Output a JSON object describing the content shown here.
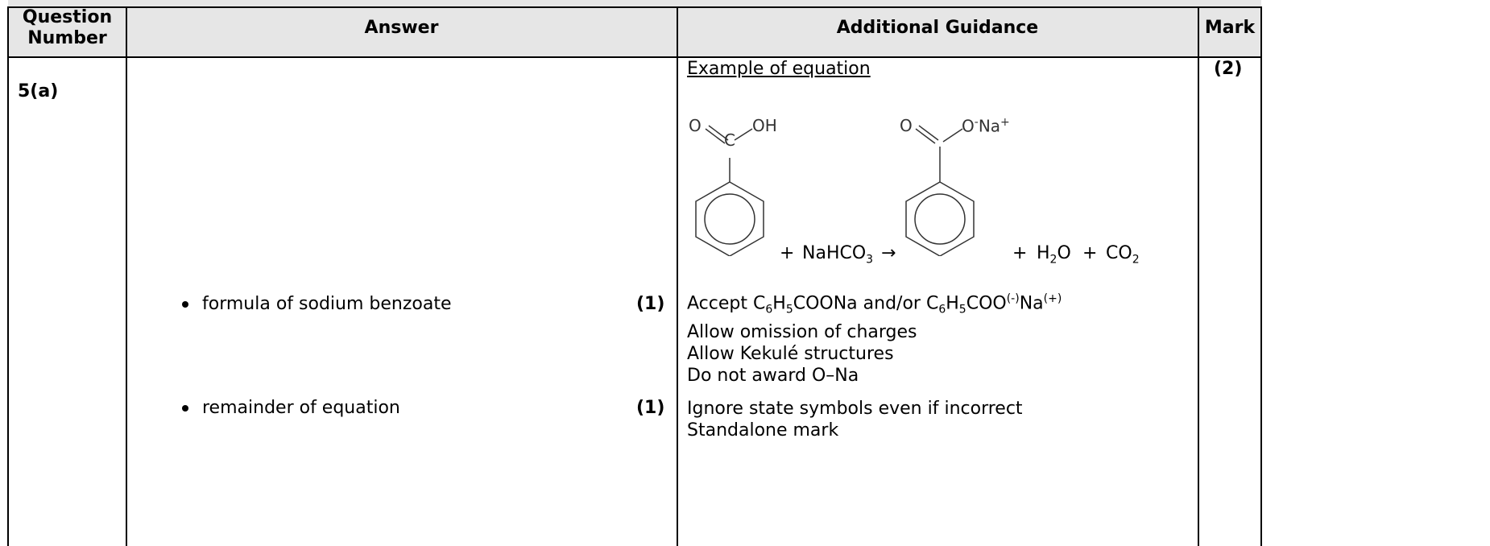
{
  "headers": {
    "question_number": [
      "Question",
      "Number"
    ],
    "answer": "Answer",
    "guidance": "Additional Guidance",
    "mark": "Mark"
  },
  "question": "5(a)",
  "answers": [
    {
      "text": "formula of sodium benzoate",
      "mark": "(1)"
    },
    {
      "text": "remainder of equation",
      "mark": "(1)"
    }
  ],
  "total_mark": "(2)",
  "example_heading": "Example of equation",
  "equation": {
    "acid_O": "O",
    "acid_OH": "OH",
    "acid_C": "C",
    "salt_O": "O",
    "salt_ONa": "O",
    "salt_minus": "-",
    "salt_Na": "Na",
    "salt_plus": "+",
    "plus1": "+",
    "nahco3_main": "NaHCO",
    "nahco3_sub": "3",
    "arrow": "→",
    "plus2": "+",
    "h2o_h": "H",
    "h2o_sub": "2",
    "h2o_o": "O",
    "plus3": "+",
    "co2_main": "CO",
    "co2_sub": "2"
  },
  "guidance_block1": {
    "accept_prefix": "Accept C",
    "s1": "6",
    "t1": "H",
    "s2": "5",
    "t2": "COONa  and/or C",
    "s3": "6",
    "t3": "H",
    "s4": "5",
    "t4": "COO",
    "sup1": "(-)",
    "t5": "Na",
    "sup2": "(+)",
    "line2": "Allow omission of charges",
    "line3": "Allow Kekulé structures",
    "line4": "Do not award O–Na"
  },
  "guidance_block2": {
    "line1": "Ignore state symbols even if incorrect",
    "line2": "Standalone mark"
  }
}
